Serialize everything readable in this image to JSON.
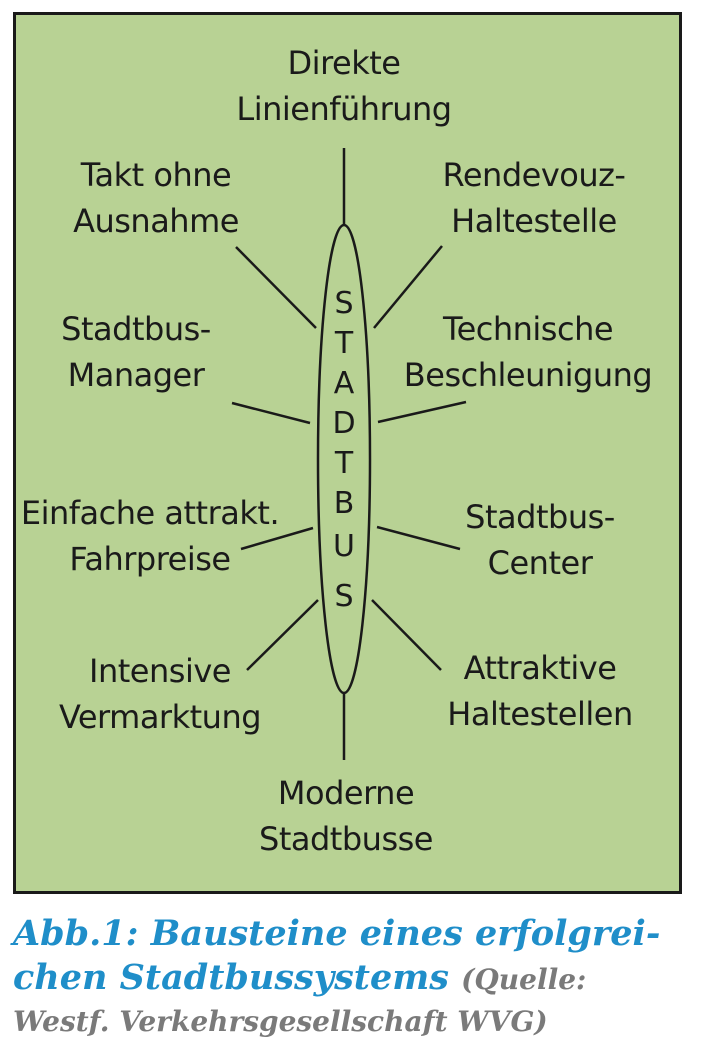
{
  "center": {
    "letters": [
      "S",
      "T",
      "A",
      "D",
      "T",
      "B",
      "U",
      "S"
    ]
  },
  "nodes": {
    "top": [
      "Direkte",
      "Linienführung"
    ],
    "upper_left": [
      "Takt ohne",
      "Ausnahme"
    ],
    "upper_right": [
      "Rendevouz-",
      "Haltestelle"
    ],
    "mid_upper_left": [
      "Stadtbus-",
      "Manager"
    ],
    "mid_upper_right": [
      "Technische",
      "Beschleunigung"
    ],
    "mid_lower_left": [
      "Einfache attrakt.",
      "Fahrpreise"
    ],
    "mid_lower_right": [
      "Stadtbus-",
      "Center"
    ],
    "lower_left": [
      "Intensive",
      "Vermarktung"
    ],
    "lower_right": [
      "Attraktive",
      "Haltestellen"
    ],
    "bottom": [
      "Moderne",
      "Stadtbusse"
    ]
  },
  "caption": {
    "line1": "Abb.1: Bausteine eines erfolgrei-",
    "line2": "chen Stadtbussystems",
    "source_part1": "(Quelle:",
    "source_part2": "Westf. Verkehrsgesellschaft WVG)"
  },
  "colors": {
    "background": "#b8d294",
    "caption": "#1f8ec9",
    "source": "#7a7a7a",
    "ink": "#1a1a1a"
  }
}
